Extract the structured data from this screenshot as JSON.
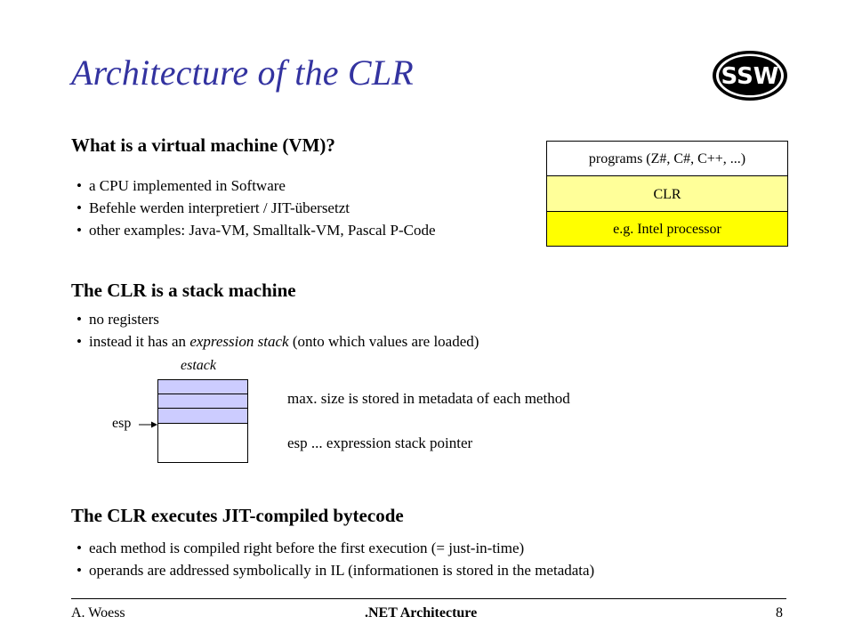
{
  "slide": {
    "title": "Architecture of the CLR",
    "logo_text": "SSW",
    "sections": {
      "vm": {
        "heading": "What is a virtual machine (VM)?",
        "bullets": [
          "a CPU implemented in Software",
          "Befehle werden interpretiert / JIT-übersetzt",
          "other examples: Java-VM, Smalltalk-VM, Pascal P-Code"
        ]
      },
      "stack_machine": {
        "heading": "The CLR is a stack machine",
        "bullet1": "no registers",
        "bullet2_before": "instead it has an ",
        "bullet2_em": "expression stack",
        "bullet2_after": " (onto which values are loaded)"
      },
      "jit": {
        "heading": "The CLR executes JIT-compiled bytecode",
        "bullets": [
          "each method is compiled right before the first execution (= just-in-time)",
          "operands are addressed symbolically in IL (informationen is stored in the metadata)"
        ]
      }
    },
    "layer_diagram": {
      "layers": [
        "programs (Z#, C#, C++, ...)",
        "CLR",
        "e.g. Intel processor"
      ],
      "colors": [
        "#ffffff",
        "#ffff99",
        "#ffff00"
      ]
    },
    "estack_diagram": {
      "label": "estack",
      "pointer_label": "esp",
      "filled_color": "#ccccff",
      "notes": [
        "max. size is stored in metadata of each method",
        "esp ... expression stack pointer"
      ]
    },
    "footer": {
      "author": "A. Woess",
      "course": ".NET Architecture",
      "page": "8"
    }
  }
}
